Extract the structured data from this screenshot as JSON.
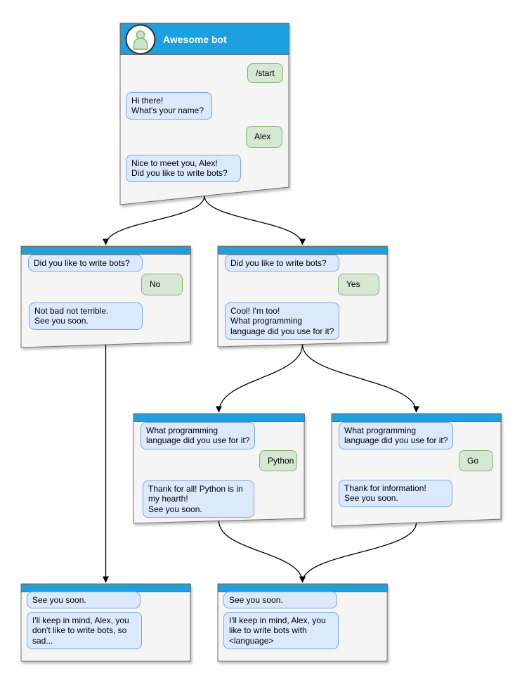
{
  "diagram": {
    "colors": {
      "header_blue": "#1ba1e2",
      "window_fill": "#f5f5f5",
      "window_border": "#707070",
      "bot_bubble_fill": "#dbe9fc",
      "bot_bubble_border": "#7ea6e0",
      "user_bubble_fill": "#d5e8d4",
      "user_bubble_border": "#82b366",
      "connector": "#000000"
    },
    "windows": [
      {
        "id": "main",
        "title": "Awesome bot",
        "avatar_icon": "person-icon",
        "messages": [
          {
            "sender": "user",
            "text": "/start"
          },
          {
            "sender": "bot",
            "text": "Hi there!\nWhat's your name?"
          },
          {
            "sender": "user",
            "text": "Alex"
          },
          {
            "sender": "bot",
            "text": "Nice to meet you, Alex!\nDid you like to write bots?"
          }
        ]
      },
      {
        "id": "branch-no",
        "messages": [
          {
            "sender": "bot",
            "text": "Did you like to write bots?"
          },
          {
            "sender": "user",
            "text": "No"
          },
          {
            "sender": "bot",
            "text": "Not bad not terrible.\nSee you soon."
          }
        ]
      },
      {
        "id": "branch-yes",
        "messages": [
          {
            "sender": "bot",
            "text": "Did you like to write bots?"
          },
          {
            "sender": "user",
            "text": "Yes"
          },
          {
            "sender": "bot",
            "text": "Cool! I'm too!\nWhat programming\nlanguage did you use for it?"
          }
        ]
      },
      {
        "id": "lang-python",
        "messages": [
          {
            "sender": "bot",
            "text": "What programming\nlanguage did you use for it?"
          },
          {
            "sender": "user",
            "text": "Python"
          },
          {
            "sender": "bot",
            "text": "Thank for all! Python is in\nmy hearth!\nSee you soon."
          }
        ]
      },
      {
        "id": "lang-go",
        "messages": [
          {
            "sender": "bot",
            "text": "What programming\nlanguage did you use for it?"
          },
          {
            "sender": "user",
            "text": "Go"
          },
          {
            "sender": "bot",
            "text": "Thank for information!\nSee you soon."
          }
        ]
      },
      {
        "id": "end-no",
        "messages": [
          {
            "sender": "bot",
            "text": "See you soon."
          },
          {
            "sender": "bot",
            "text": "I'll keep in mind, Alex, you\ndon't like to write bots, so\nsad..."
          }
        ]
      },
      {
        "id": "end-yes",
        "messages": [
          {
            "sender": "bot",
            "text": "See you soon."
          },
          {
            "sender": "bot",
            "text": "I'll keep in mind, Alex, you\nlike to write bots with\n<language>"
          }
        ]
      }
    ],
    "connectors": [
      {
        "from": "main",
        "to": "branch-no"
      },
      {
        "from": "main",
        "to": "branch-yes"
      },
      {
        "from": "branch-yes",
        "to": "lang-python"
      },
      {
        "from": "branch-yes",
        "to": "lang-go"
      },
      {
        "from": "lang-python",
        "to": "end-yes"
      },
      {
        "from": "lang-go",
        "to": "end-yes"
      },
      {
        "from": "branch-no",
        "to": "end-no"
      }
    ]
  }
}
